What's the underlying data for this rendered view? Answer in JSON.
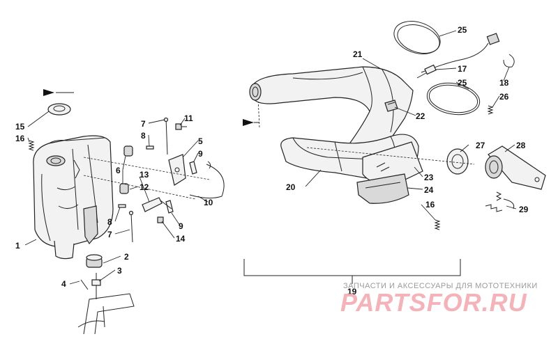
{
  "callouts": {
    "c1": "1",
    "c2": "2",
    "c3": "3",
    "c4": "4",
    "c5": "5",
    "c6": "6",
    "c7a": "7",
    "c7b": "7",
    "c8a": "8",
    "c8b": "8",
    "c9a": "9",
    "c9b": "9",
    "c10": "10",
    "c11": "11",
    "c12": "12",
    "c13": "13",
    "c14": "14",
    "c15": "15",
    "c16a": "16",
    "c16b": "16",
    "c17": "17",
    "c18": "18",
    "c19": "19",
    "c20": "20",
    "c21": "21",
    "c22": "22",
    "c23": "23",
    "c24": "24",
    "c25a": "25",
    "c25b": "25",
    "c26": "26",
    "c27": "27",
    "c28": "28",
    "c29": "29"
  },
  "watermark": {
    "top_text": "ЗАПЧАСТИ И АКСЕССУАРЫ ДЛЯ МОТОТЕХНИКИ",
    "logo_text": "PARTSFOR.RU"
  }
}
